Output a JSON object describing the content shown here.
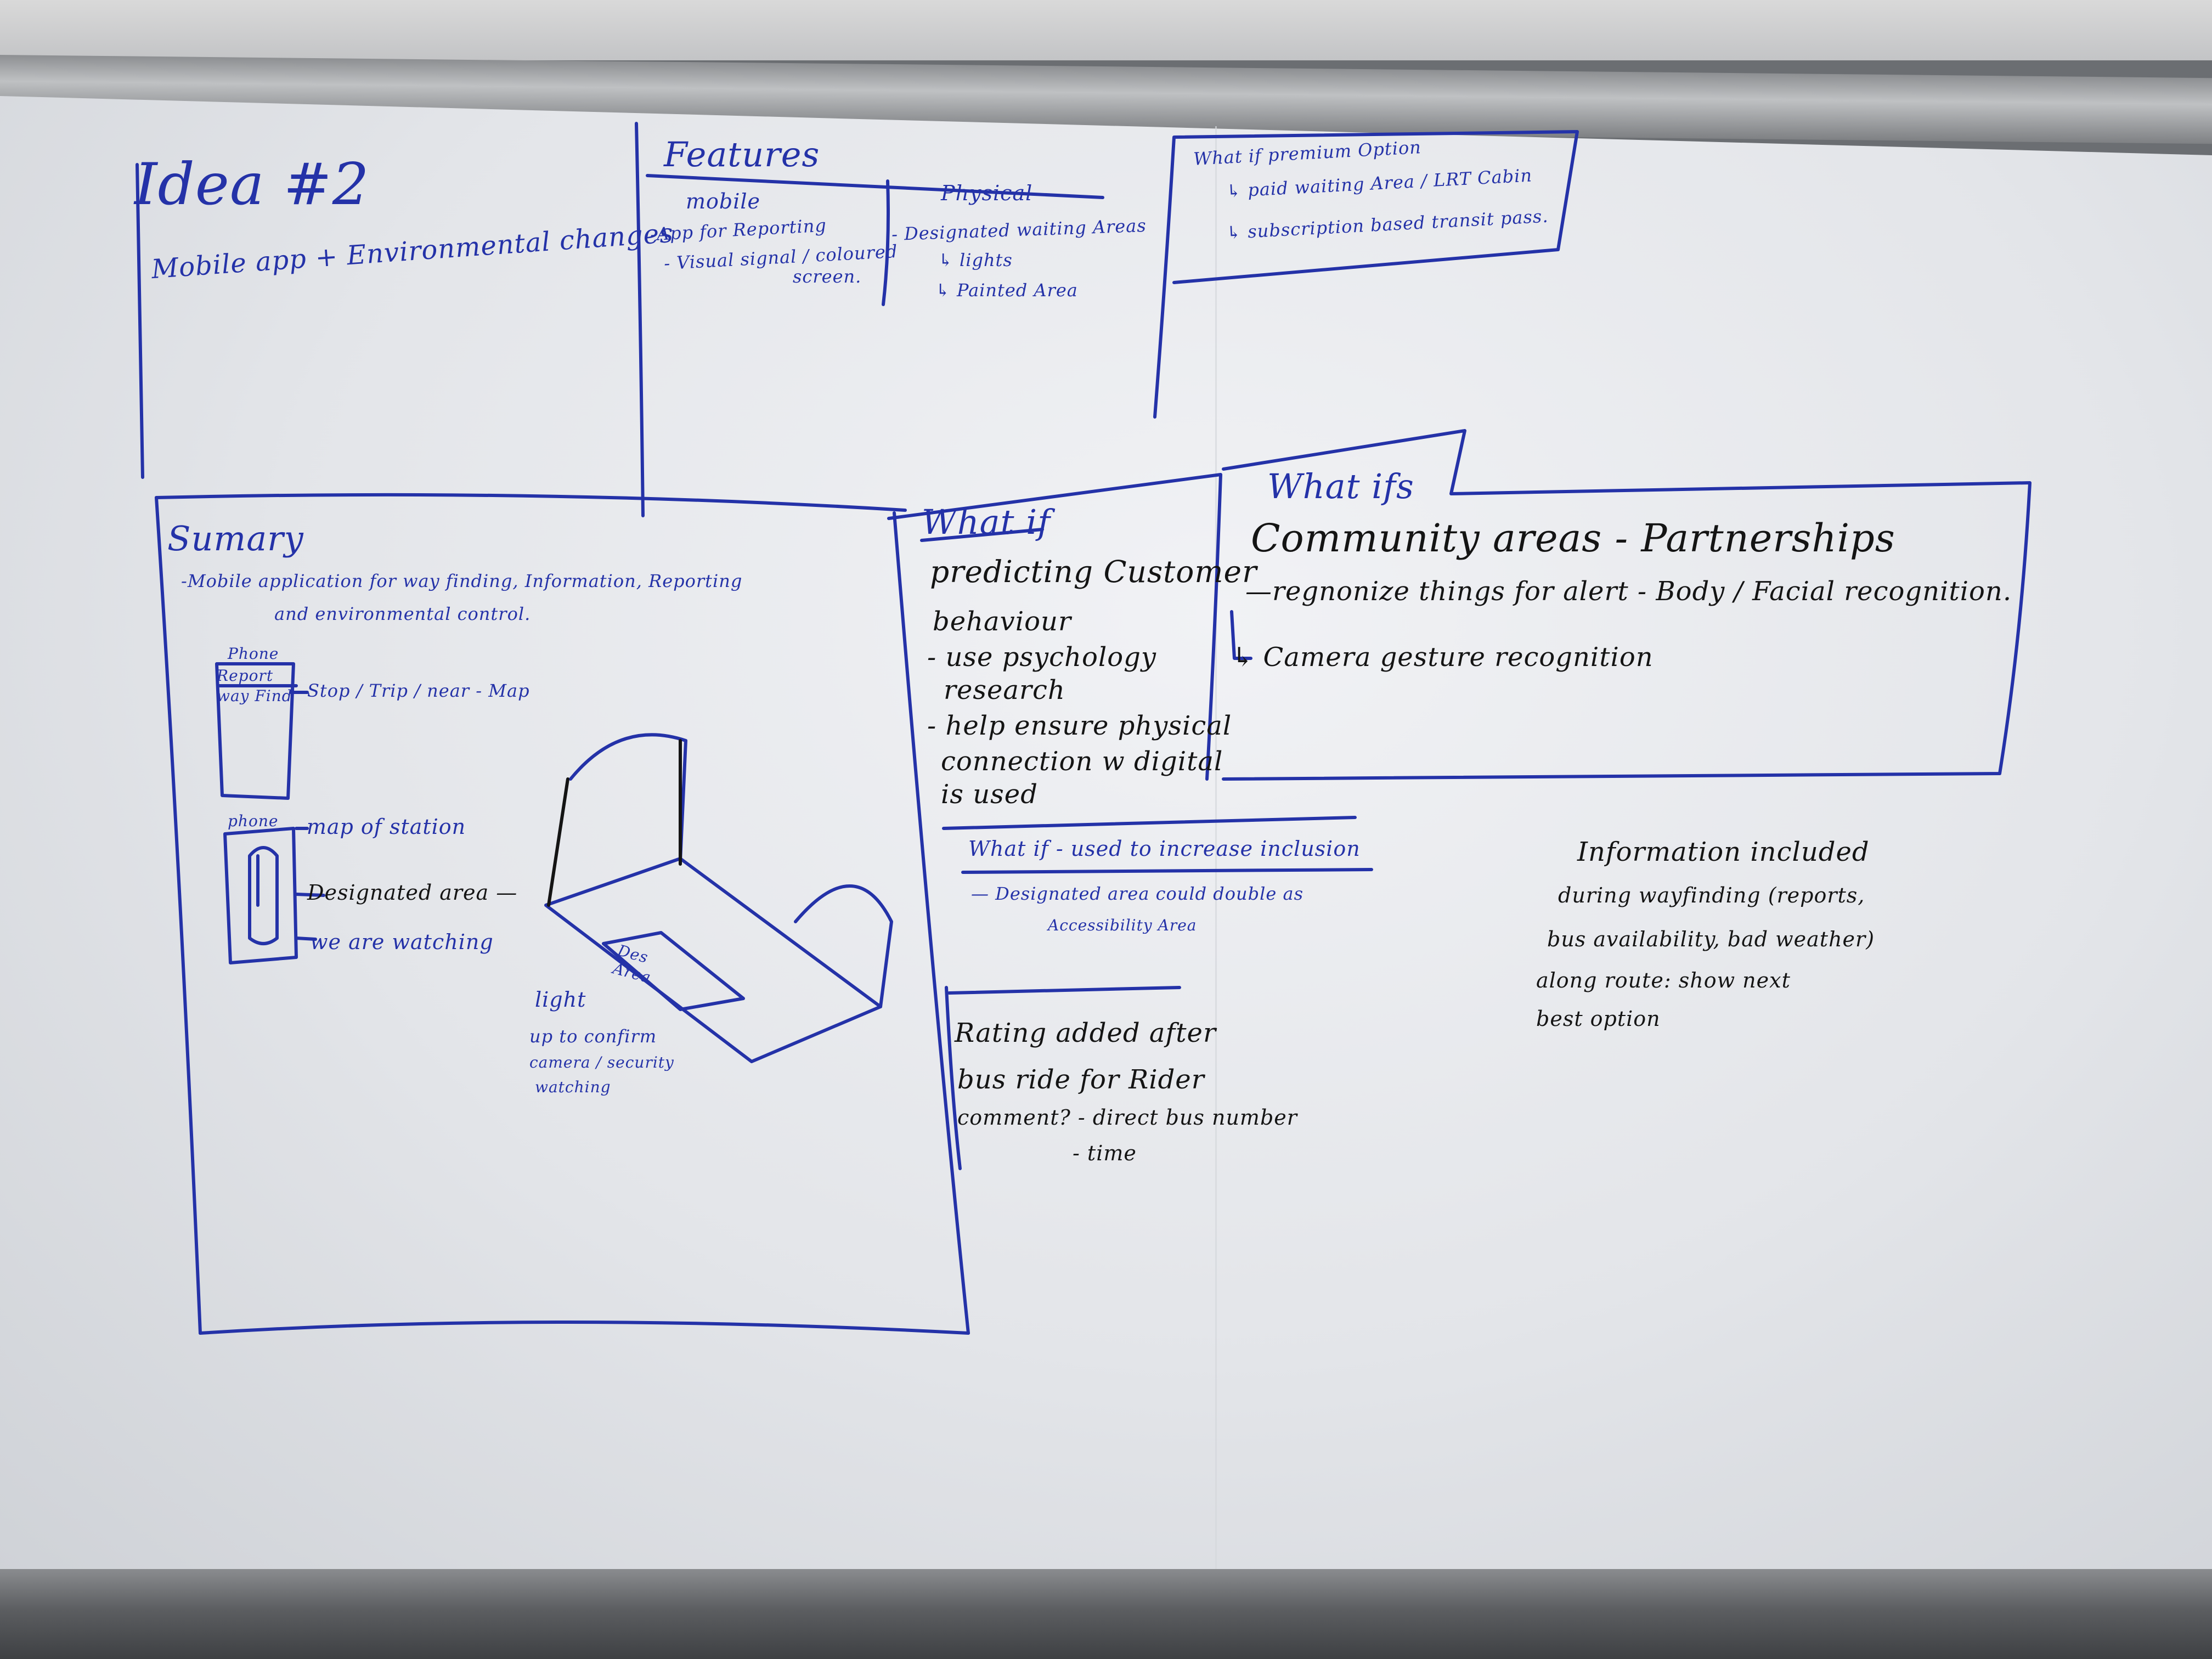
{
  "idea": {
    "title": "Idea #2",
    "subtitle": "Mobile app + Environmental changes"
  },
  "features": {
    "heading": "Features",
    "mobile_label": "mobile",
    "mobile_items": [
      "-App for Reporting",
      "- Visual signal / coloured",
      "screen."
    ],
    "physical_label": "Physical",
    "physical_items": [
      "- Designated waiting Areas",
      "↳ lights",
      "↳ Painted Area"
    ]
  },
  "premium": {
    "line1": "What if premium Option",
    "line2": "↳ paid waiting Area / LRT Cabin",
    "line3": "↳ subscription based transit pass."
  },
  "summary": {
    "heading": "Sumary",
    "line1": "-Mobile application for way finding, Information, Reporting",
    "line2": "and environmental control."
  },
  "phone_sketch_1": {
    "title": "Phone",
    "labels": [
      "Report",
      "way Find"
    ],
    "annotation": "Stop / Trip / near - Map"
  },
  "phone_sketch_2": {
    "title": "phone",
    "notes": [
      "-map of station",
      "Designated area —",
      "we are watching"
    ]
  },
  "area_sketch": {
    "label": "Des Area",
    "notes": [
      "light",
      "up to confirm",
      "camera / security",
      "watching"
    ]
  },
  "whatif_customer": {
    "heading": "What if",
    "lines": [
      "predicting Customer",
      "behaviour",
      "- use psychology",
      "research",
      "- help ensure physical",
      "connection w digital",
      "is used"
    ]
  },
  "whatifs_box": {
    "heading": "What ifs",
    "line1": "Community areas - Partnerships",
    "line2": "—regnonize things for alert - Body / Facial recognition.",
    "line3": "↳ Camera gesture recognition"
  },
  "whatif_inclusion": {
    "heading": "What if - used to increase inclusion",
    "line1": "— Designated area could double as",
    "line2": "Accessibility Area"
  },
  "rating": {
    "lines": [
      "Rating added after",
      "bus ride for Rider",
      "comment? - direct bus number",
      "- time"
    ]
  },
  "information": {
    "lines": [
      "Information included",
      "during wayfinding (reports,",
      "bus availability, bad weather)",
      "along route: show next",
      "best option"
    ]
  },
  "ink_colors": {
    "blue": "#2432a8",
    "black": "#141414",
    "board": "#eceef1"
  }
}
